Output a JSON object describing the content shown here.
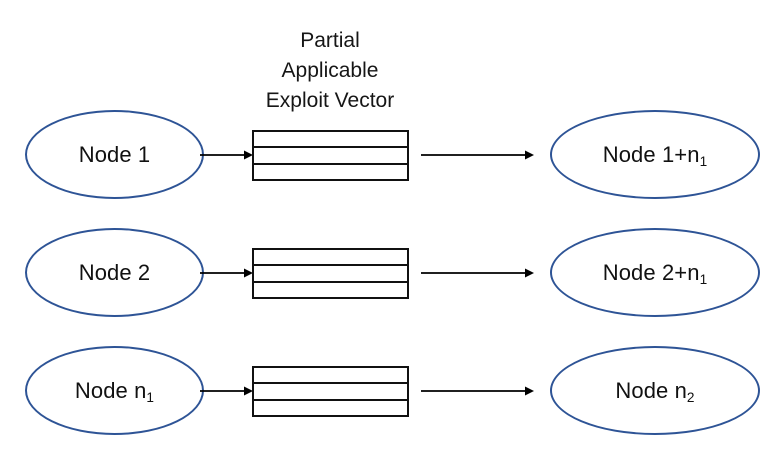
{
  "diagram": {
    "vector_title": "Partial\nApplicable\nExploit Vector",
    "left_nodes": [
      {
        "text": "Node 1",
        "base": "Node 1",
        "sub": ""
      },
      {
        "text": "Node 2",
        "base": "Node 2",
        "sub": ""
      },
      {
        "text": "Node n1",
        "base": "Node n",
        "sub": "1"
      }
    ],
    "right_nodes": [
      {
        "text": "Node 1+n1",
        "base": "Node 1+n",
        "sub": "1"
      },
      {
        "text": "Node 2+n1",
        "base": "Node 2+n",
        "sub": "1"
      },
      {
        "text": "Node n2",
        "base": "Node n",
        "sub": "2"
      }
    ],
    "vector_boxes": [
      {
        "cells": 3
      },
      {
        "cells": 3
      },
      {
        "cells": 3
      }
    ],
    "arrows": [
      {
        "from": "Node 1",
        "to": "vector-box-1",
        "kind": "short"
      },
      {
        "from": "vector-box-1",
        "to": "Node 1+n1",
        "kind": "long"
      },
      {
        "from": "Node 2",
        "to": "vector-box-2",
        "kind": "short"
      },
      {
        "from": "vector-box-2",
        "to": "Node 2+n1",
        "kind": "long"
      },
      {
        "from": "Node n1",
        "to": "vector-box-3",
        "kind": "short"
      },
      {
        "from": "vector-box-3",
        "to": "Node n2",
        "kind": "long"
      }
    ],
    "colors": {
      "ellipse_stroke": "#2e5496",
      "box_stroke": "#111111",
      "arrow": "#000000",
      "text": "#111111",
      "background": "#ffffff"
    }
  }
}
